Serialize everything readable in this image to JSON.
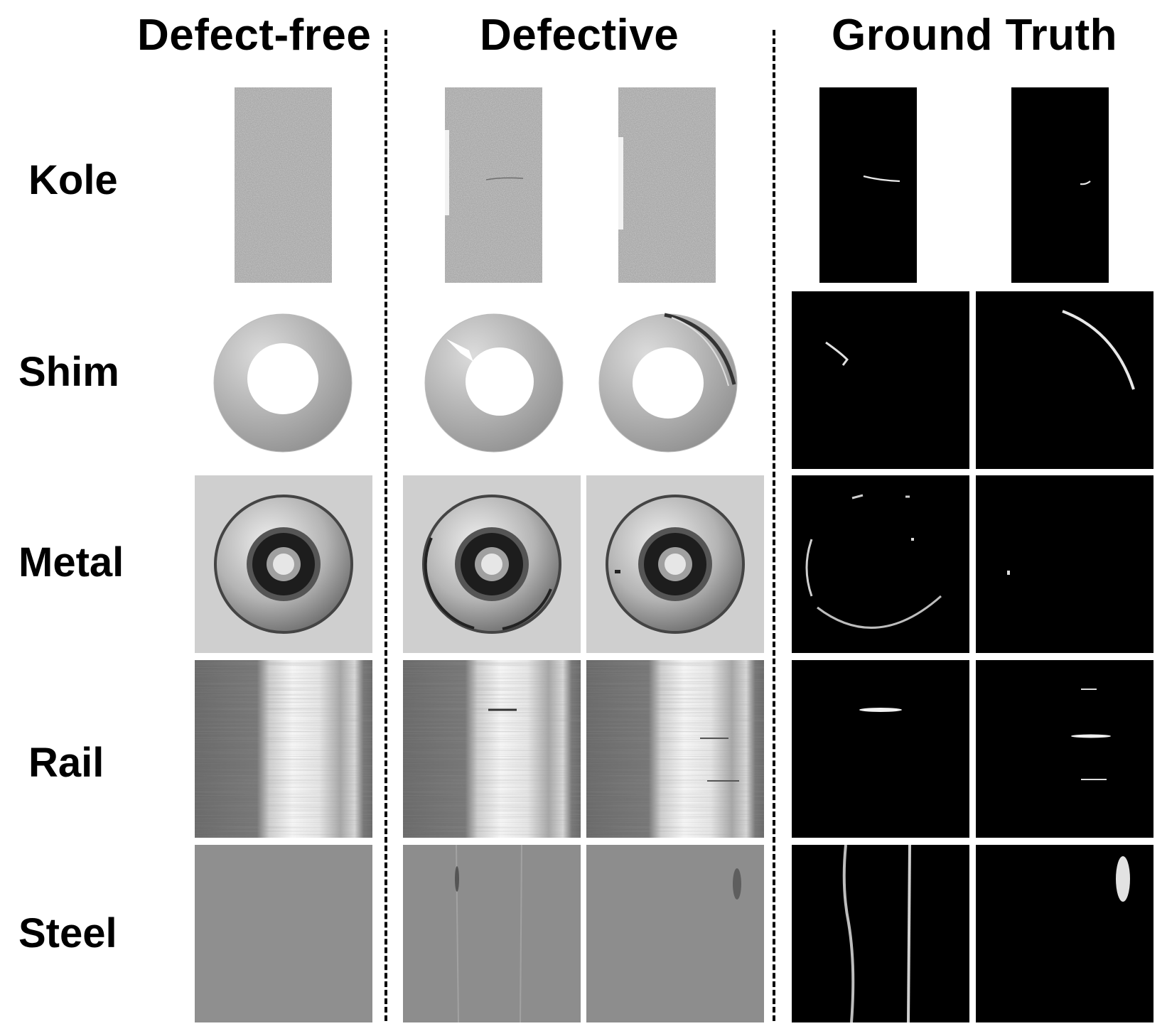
{
  "columns": {
    "defect_free": "Defect-free",
    "defective": "Defective",
    "ground_truth": "Ground Truth"
  },
  "rows": {
    "kole": "Kole",
    "shim": "Shim",
    "metal": "Metal",
    "rail": "Rail",
    "steel": "Steel"
  }
}
